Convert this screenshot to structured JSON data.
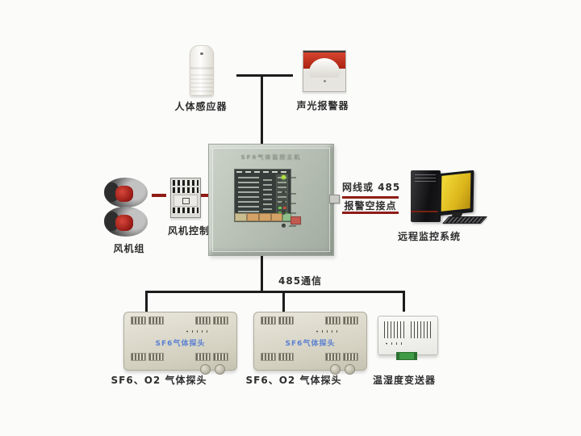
{
  "nodes": {
    "pir_sensor": {
      "label": "人体感应器"
    },
    "alarm": {
      "label": "声光报警器"
    },
    "fan_group": {
      "label": "风机组"
    },
    "fan_control": {
      "label": "风机控制"
    },
    "panel": {
      "title": "SF6气体监控主机"
    },
    "remote_system": {
      "label": "远程监控系统"
    },
    "detector1": {
      "label": "SF6、O2 气体探头",
      "device_text": "SF6气体探头"
    },
    "detector2": {
      "label": "SF6、O2 气体探头",
      "device_text": "SF6气体探头"
    },
    "transmitter": {
      "label": "温湿度变送器"
    }
  },
  "connections": {
    "network_label": "网线或 485",
    "alarm_contact_label": "报警空接点",
    "bus_label": "485通信"
  },
  "colors": {
    "line_black": "#1c1c1c",
    "connector_red": "#8e1d15",
    "panel_body": "#b6bfb3",
    "screen_bg": "#363d3a",
    "monitor_screen": "#e9c81f",
    "detector_text_blue": "#5a7fd0",
    "alarm_red": "#b02718"
  }
}
